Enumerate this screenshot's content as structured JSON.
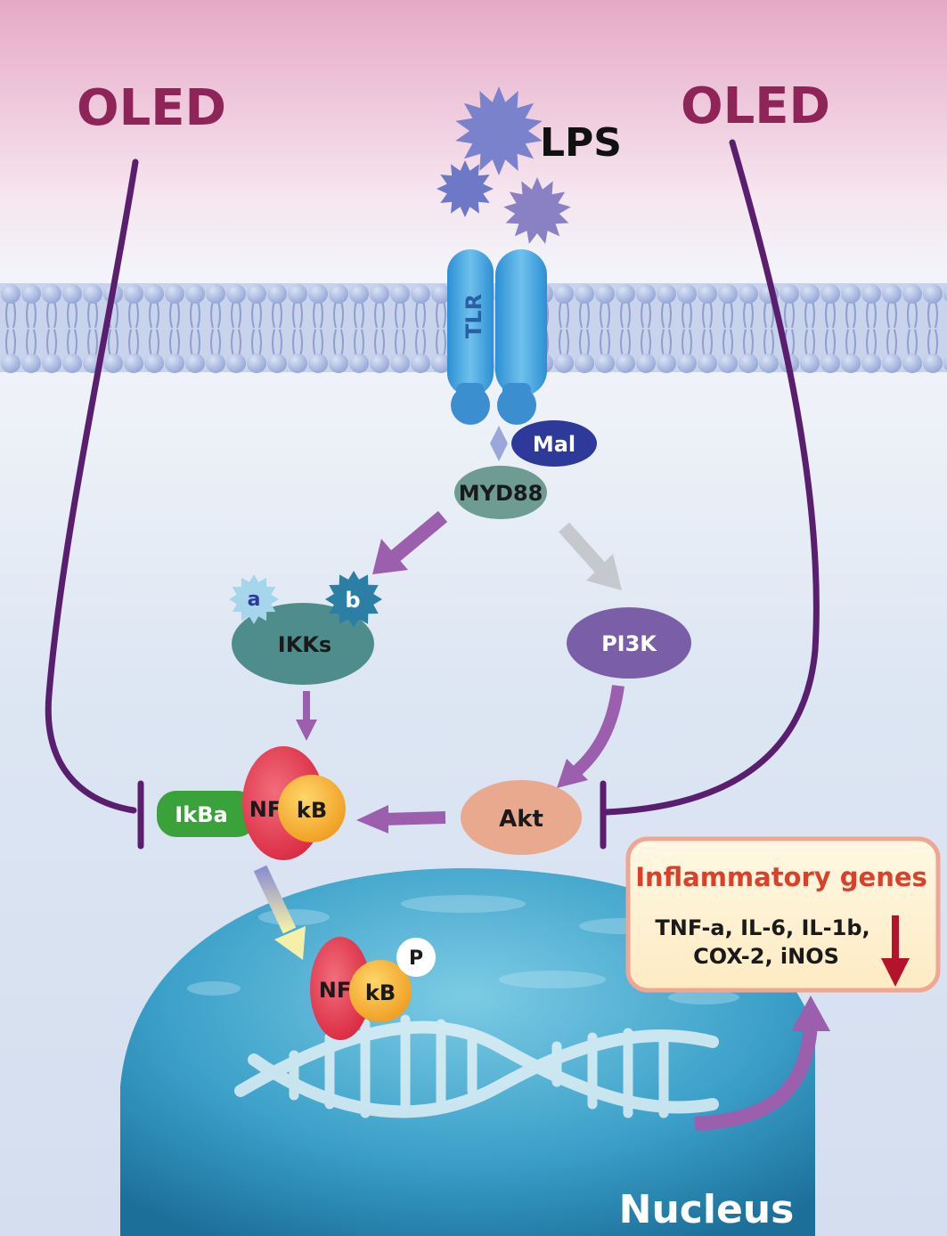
{
  "inhibitor": {
    "left_label": "OLED",
    "right_label": "OLED",
    "color": "#5a1e6e",
    "text_color": "#8e2457"
  },
  "stimulus": {
    "label": "LPS",
    "color": "#7b7fc9"
  },
  "receptor": {
    "label": "TLR",
    "color": "#3f9ad8"
  },
  "adaptors": {
    "mal": "Mal",
    "myd88": "MYD88"
  },
  "ikk": {
    "label": "IKKs",
    "alpha": "a",
    "beta": "b"
  },
  "pi3k": {
    "label": "PI3K"
  },
  "akt": {
    "label": "Akt"
  },
  "complex": {
    "ikba": "IkBa",
    "nf": "NF",
    "kb": "kB"
  },
  "nuclear_complex": {
    "nf": "NF",
    "kb": "kB",
    "phospho": "P"
  },
  "genes": {
    "title": "Inflammatory genes",
    "line1": "TNF-a, IL-6, IL-1b,",
    "line2": "COX-2, iNOS",
    "title_color": "#d9412b",
    "arrow_color": "#b3142c"
  },
  "nucleus": {
    "label": "Nucleus",
    "color": "#2a87b3"
  },
  "colors": {
    "activation_arrow": "#9b5fae",
    "pi3k_arrow": "#c5c8cc",
    "ikba": "#3aa23a",
    "nf": "#e8374f",
    "kb": "#f3b22c",
    "akt": "#e9a98f"
  }
}
